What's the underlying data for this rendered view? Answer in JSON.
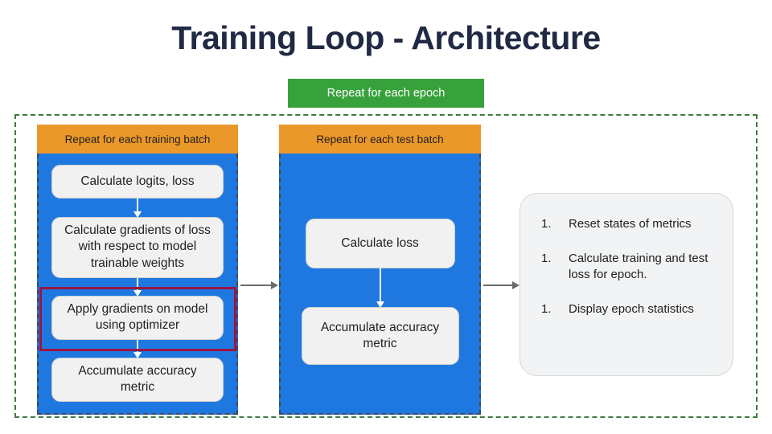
{
  "title": "Training Loop - Architecture",
  "epoch_banner": {
    "label": "Repeat for each epoch",
    "color": "#37a23c"
  },
  "epoch_container": {
    "border_color": "#3f7a41"
  },
  "training_loop": {
    "header": "Repeat for each training batch",
    "header_color": "#eb982a",
    "body_color": "#1f78e0",
    "steps": [
      {
        "label": "Calculate logits, loss"
      },
      {
        "label": "Calculate gradients of loss with respect to model trainable weights"
      },
      {
        "label": "Apply gradients on model using optimizer",
        "highlighted": true,
        "highlight_color": "#9c1444"
      },
      {
        "label": "Accumulate accuracy metric"
      }
    ]
  },
  "test_loop": {
    "header": "Repeat for each test batch",
    "header_color": "#eb982a",
    "body_color": "#1f78e0",
    "steps": [
      {
        "label": "Calculate loss"
      },
      {
        "label": "Accumulate accuracy metric"
      }
    ]
  },
  "summary_panel": {
    "items": [
      {
        "marker": "1.",
        "text": "Reset states of metrics"
      },
      {
        "marker": "1.",
        "text": "Calculate training and test loss for epoch."
      },
      {
        "marker": "1.",
        "text": "Display epoch statistics"
      }
    ]
  }
}
